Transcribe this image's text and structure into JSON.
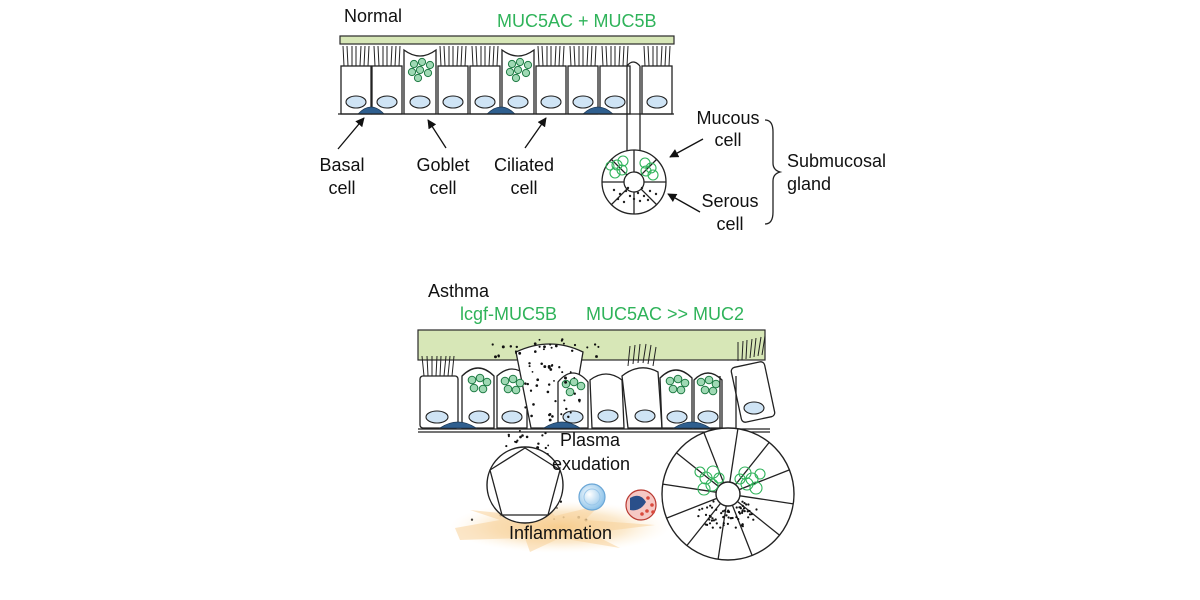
{
  "normal": {
    "title": "Normal",
    "mucins": "MUC5AC + MUC5B",
    "labels": {
      "basal_line1": "Basal",
      "basal_line2": "cell",
      "goblet_line1": "Goblet",
      "goblet_line2": "cell",
      "ciliated_line1": "Ciliated",
      "ciliated_line2": "cell",
      "mucous_line1": "Mucous",
      "mucous_line2": "cell",
      "serous_line1": "Serous",
      "serous_line2": "cell",
      "gland_line1": "Submucosal",
      "gland_line2": "gland"
    }
  },
  "asthma": {
    "title": "Asthma",
    "mucin_left": "lcgf-MUC5B",
    "mucin_right": "MUC5AC >> MUC2",
    "plasma_line1": "Plasma",
    "plasma_line2": "exudation",
    "inflammation": "Inflammation"
  },
  "colors": {
    "mucus": "#d7e7b7",
    "mucin_green": "#2fb35a",
    "nucleus": "#cfe4f5",
    "basal_cell": "#2f5f8f",
    "inflammation_glow": "#f9d9a3"
  }
}
